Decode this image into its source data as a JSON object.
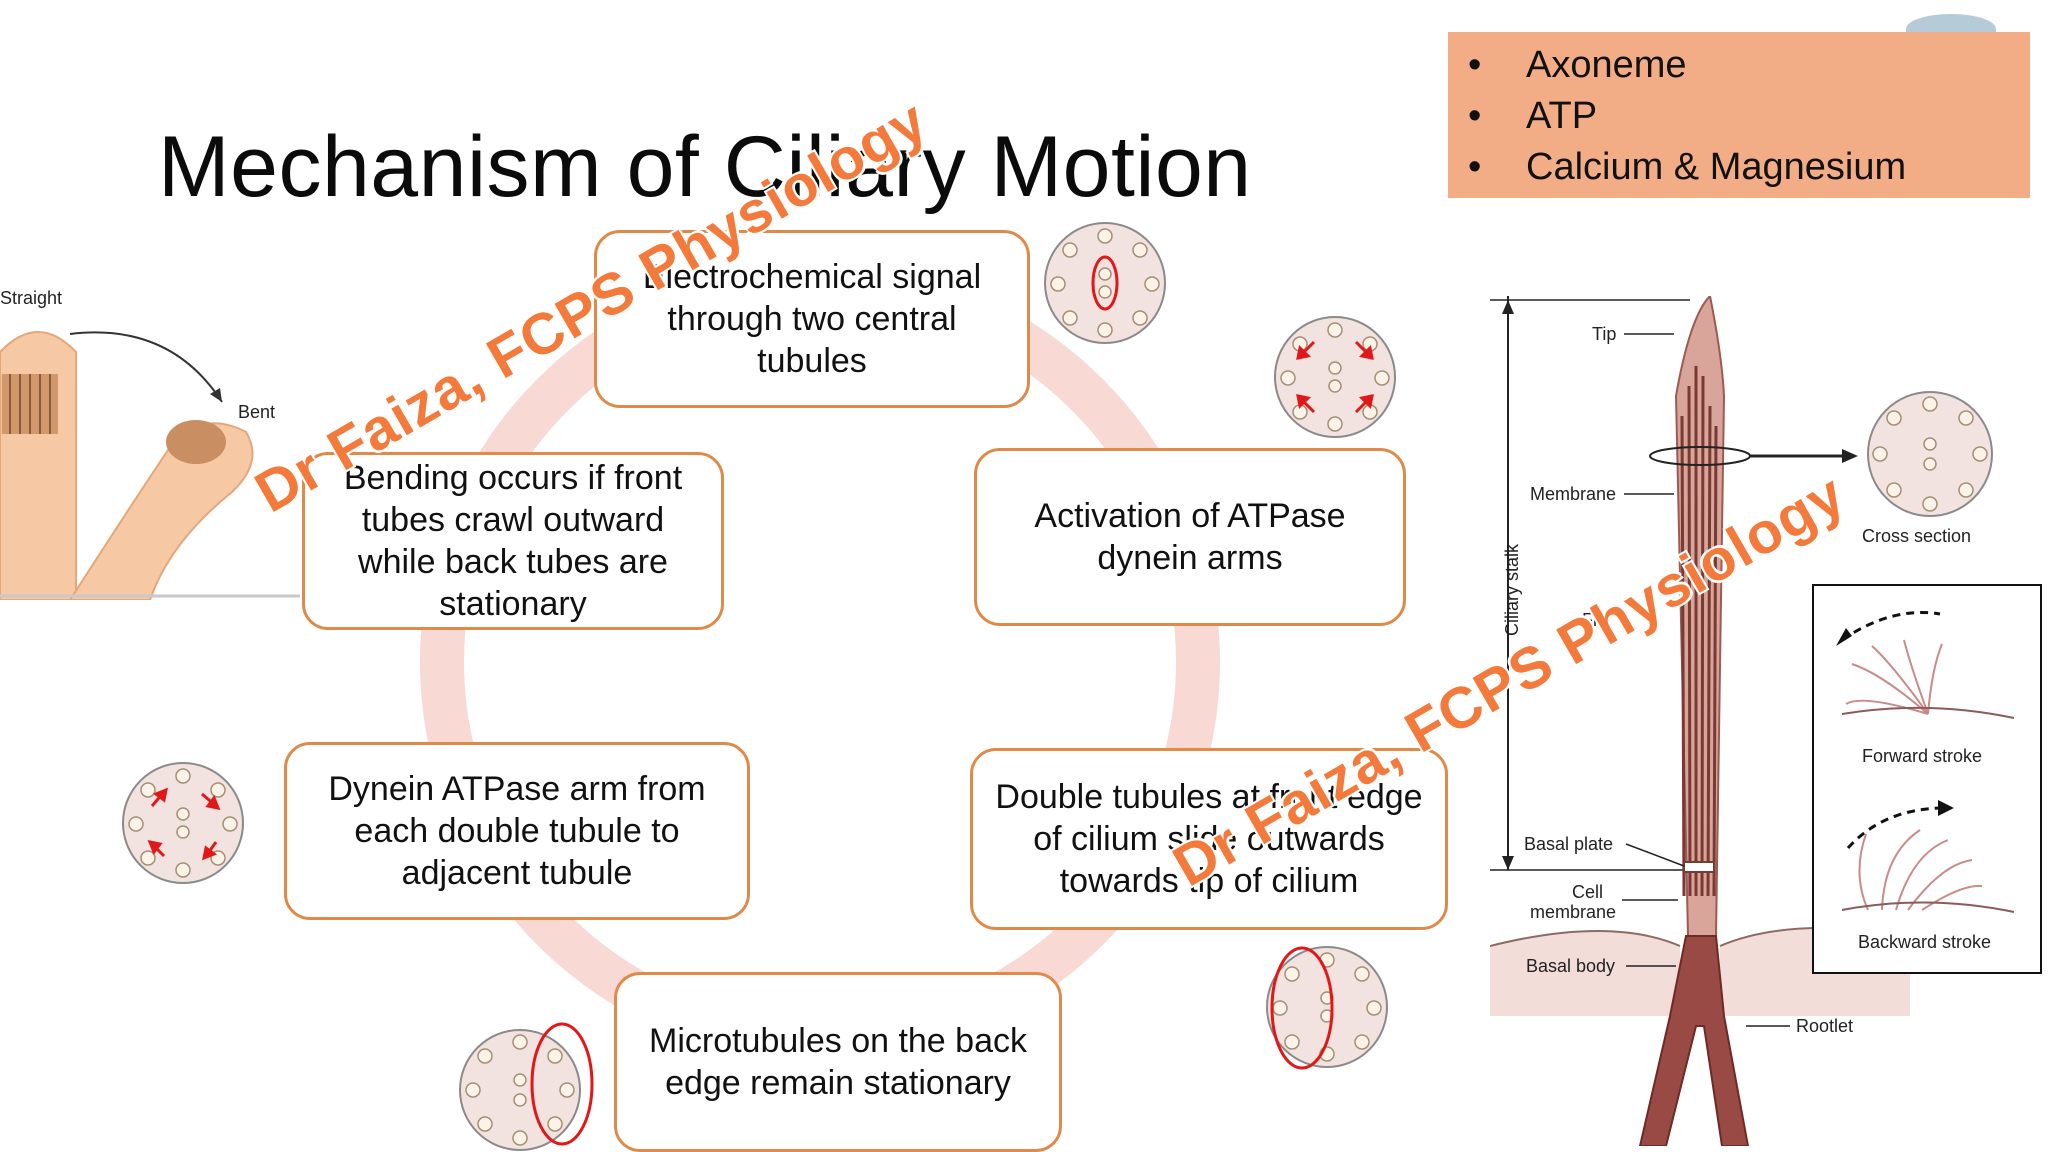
{
  "title": "Mechanism of Ciliary Motion",
  "key_points": [
    "Axoneme",
    "ATP",
    "Calcium & Magnesium"
  ],
  "cycle_steps": [
    "Electrochemical signal through two central tubules",
    "Activation of ATPase dynein arms",
    "Double tubules at front edge of cilium slide outwards towards tip of cilium",
    "Microtubules on the back edge remain stationary",
    "Dynein ATPase arm from each double tubule to adjacent tubule",
    "Bending occurs if front tubes crawl outward while back tubes are stationary"
  ],
  "watermark": "Dr Faiza, FCPS Physiology",
  "bending_figure": {
    "straight_label": "Straight",
    "bent_label": "Bent"
  },
  "cilium_figure": {
    "labels": {
      "tip": "Tip",
      "membrane": "Membrane",
      "ciliary_stalk": "Ciliary stalk",
      "filament": "Fil",
      "basal_plate": "Basal plate",
      "cell_membrane_1": "Cell",
      "cell_membrane_2": "membrane",
      "basal_body": "Basal body",
      "rootlet": "Rootlet",
      "cross_section": "Cross section"
    }
  },
  "stroke_figure": {
    "forward": "Forward stroke",
    "backward": "Backward stroke"
  },
  "colors": {
    "box_border": "#e08a4a",
    "ring": "#f8d9d3",
    "key_box": "#f2ad86",
    "watermark": "#f37a3b",
    "highlight": "#e01818"
  }
}
